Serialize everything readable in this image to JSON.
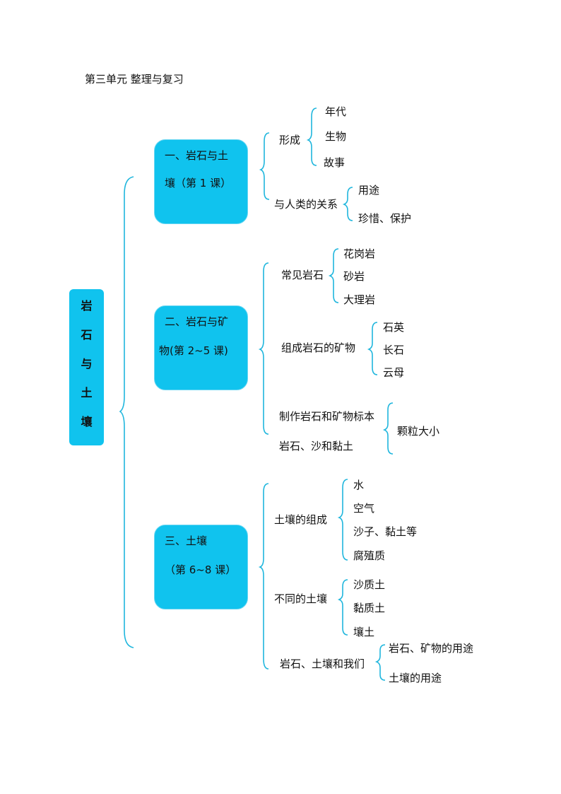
{
  "page_title": "第三单元 整理与复习",
  "main": {
    "chars": [
      "岩",
      "石",
      "与",
      "土",
      "壤"
    ]
  },
  "sections": [
    {
      "line1": "一、岩石与土",
      "line2": "壤（第 1 课）",
      "groups": [
        {
          "label": "形成",
          "items": [
            "年代",
            "生物",
            "故事"
          ]
        },
        {
          "label": "与人类的关系",
          "items": [
            "用途",
            "珍惜、保护"
          ]
        }
      ]
    },
    {
      "line1": "二、岩石与矿",
      "line2": "物(第 2~5 课)",
      "groups": [
        {
          "label": "常见岩石",
          "items": [
            "花岗岩",
            "砂岩",
            "大理岩"
          ]
        },
        {
          "label": "组成岩石的矿物",
          "items": [
            "石英",
            "长石",
            "云母"
          ]
        },
        {
          "labels": [
            "制作岩石和矿物标本",
            "岩石、沙和黏土"
          ],
          "items": [
            "颗粒大小"
          ]
        }
      ]
    },
    {
      "line1": "三、土壤",
      "line2": "（第 6~8 课）",
      "groups": [
        {
          "label": "土壤的组成",
          "items": [
            "水",
            "空气",
            "沙子、黏土等",
            "腐殖质"
          ]
        },
        {
          "label": "不同的土壤",
          "items": [
            "沙质土",
            "黏质土",
            "壤土"
          ]
        },
        {
          "label": "岩石、土壤和我们",
          "items": [
            "岩石、矿物的用途",
            "土壤的用途"
          ]
        }
      ]
    }
  ]
}
